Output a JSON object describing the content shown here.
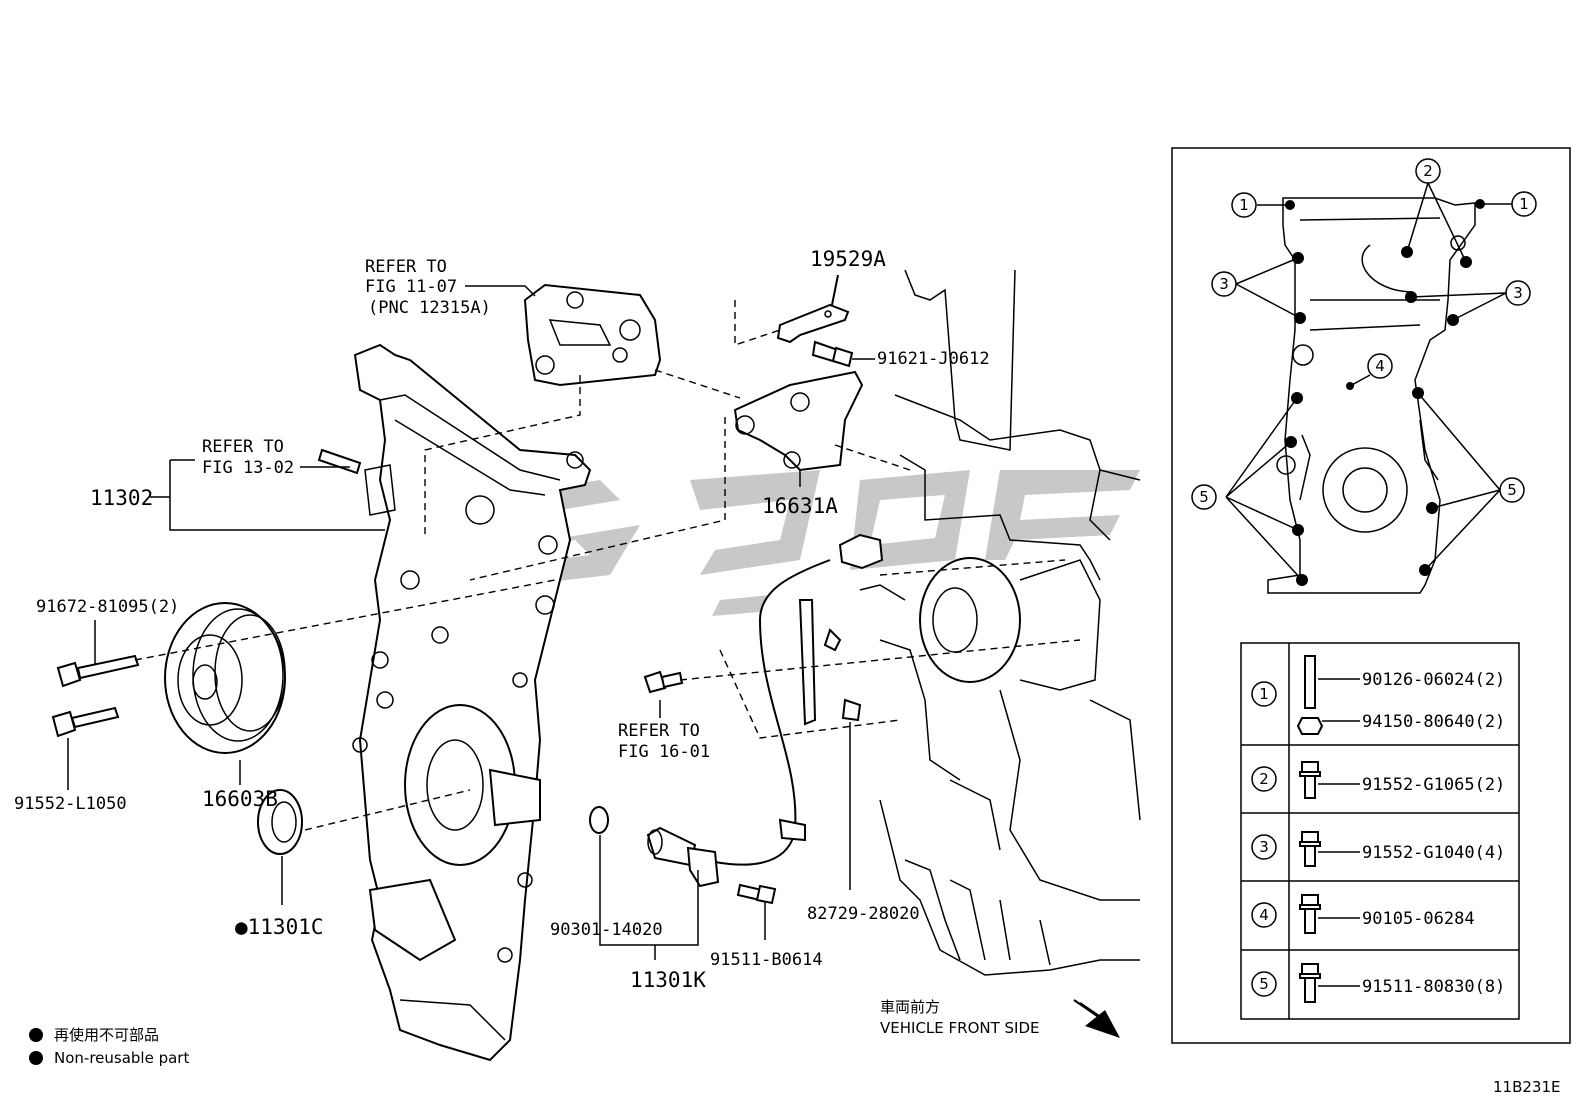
{
  "labels": {
    "refer_fig_11_07": [
      "REFER TO",
      "FIG 11-07",
      "(PNC 12315A)"
    ],
    "refer_fig_13_02": [
      "REFER TO",
      "FIG 13-02"
    ],
    "refer_fig_16_01": [
      "REFER TO",
      "FIG 16-01"
    ],
    "p19529A": "19529A",
    "p91621_J0612": "91621-J0612",
    "p16631A": "16631A",
    "p11302": "11302",
    "p91672_81095": "91672-81095(2)",
    "p91552_L1050": "91552-L1050",
    "p16603B": "16603B",
    "p11301C": "●11301C",
    "p90301_14020": "90301-14020",
    "p11301K": "11301K",
    "p91511_B0614": "91511-B0614",
    "p82729_28020": "82729-28020"
  },
  "legend": {
    "jp": "再使用不可部品",
    "en": "Non-reusable part"
  },
  "front_side": {
    "jp": "車両前方",
    "en": "VEHICLE FRONT SIDE"
  },
  "figure_code": "11B231E",
  "inset_callouts": [
    "1",
    "2",
    "3",
    "4",
    "5"
  ],
  "bolt_table": [
    {
      "num": "1",
      "parts": [
        "90126-06024(2)",
        "94150-80640(2)"
      ]
    },
    {
      "num": "2",
      "parts": [
        "91552-G1065(2)"
      ]
    },
    {
      "num": "3",
      "parts": [
        "91552-G1040(4)"
      ]
    },
    {
      "num": "4",
      "parts": [
        "90105-06284"
      ]
    },
    {
      "num": "5",
      "parts": [
        "91511-80830(8)"
      ]
    }
  ]
}
